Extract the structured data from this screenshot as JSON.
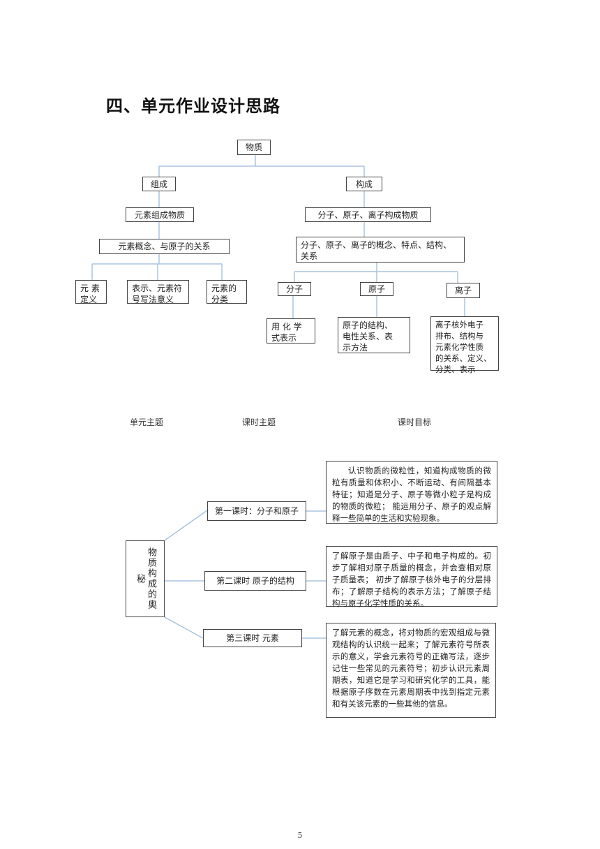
{
  "section_heading": "四、单元作业设计思路",
  "tree": {
    "root": "物质",
    "composition": "组成",
    "construction": "构成",
    "element_composes": "元素组成物质",
    "element_concept": "元素概念、与原子的关系",
    "element_def": "元 素\n定义",
    "element_symbol": "表示、元素符\n号写法意义",
    "element_class": "元素的\n分类",
    "particles_compose": "分子、原子、离子构成物质",
    "particles_concept": "分子、原子、离子的概念、特点、结构、\n关系",
    "molecule": "分子",
    "atom": "原子",
    "ion": "离子",
    "molecule_detail": "用 化 学\n式表示",
    "atom_detail": "原子的结构、\n电性关系、表\n示方法",
    "ion_detail": "离子核外电子\n排布、结构与\n元素化学性质\n的关系、定义、\n分类、表示"
  },
  "plan": {
    "header_unit": "单元主题",
    "header_lesson": "课时主题",
    "header_goal": "课时目标",
    "unit_theme": "物质构成的奥秘",
    "lessons": [
      {
        "title": "第一课时：分子和原子",
        "goal": "认识物质的微粒性，知道构成物质的微粒有质量和体积小、不断运动、有间隔基本特征；知道是分子、原子等微小粒子是构成的物质的微粒；  能运用分子、原子的观点解释一些简单的生活和实验现象。"
      },
      {
        "title": "第二课时  原子的结构",
        "goal": "了解原子是由质子、中子和电子构成的。初步了解相对原子质量的概念，并会查相对原子质量表；  初步了解原子核外电子的分层排布；了解原子结构的表示方法；了解原子结构与原子化学性质的关系。"
      },
      {
        "title": "第三课时  元素",
        "goal": "了解元素的概念，将对物质的宏观组成与微观结构的认识统一起来；了解元素符号所表示的意义，学会元素符号的正确写法，逐步记住一些常见的元素符号；初步认识元素周期表，知道它是学习和研究化学的工具，能根据原子序数在元素周期表中找到指定元素和有关该元素的一些其他的信息。"
      }
    ]
  },
  "page_number": "5",
  "colors": {
    "connector": "#a9c4e0",
    "border": "#444444"
  }
}
